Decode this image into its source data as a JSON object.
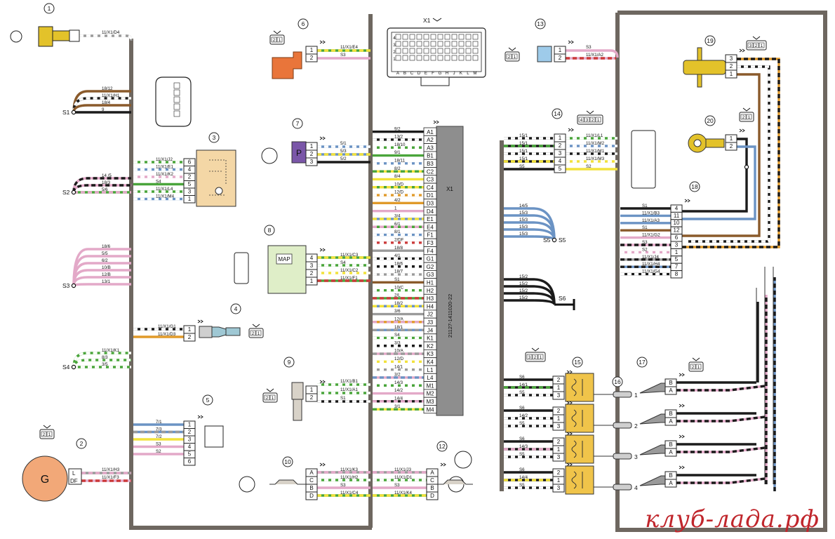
{
  "labels": {
    "x1_top": "X1",
    "x1_block": "X1",
    "ecu_part": "21127-1411020-22",
    "map": "MAP",
    "g": "G",
    "l": "L",
    "df": "DF",
    "p": "P",
    "watermark": "клуб-лада.рф"
  },
  "callouts": [
    "1",
    "2",
    "3",
    "4",
    "5",
    "6",
    "7",
    "8",
    "9",
    "10",
    "11",
    "12",
    "13",
    "14",
    "15",
    "16",
    "17",
    "18",
    "19",
    "20"
  ],
  "plug_numbers": [
    "1",
    "2",
    "3",
    "4"
  ],
  "splices": {
    "s1": "S1",
    "s2": "S2",
    "s3": "S3",
    "s4": "S4",
    "s5": "S5",
    "s6": "S6"
  },
  "ecu_pins": [
    "A1",
    "A2",
    "A3",
    "B1",
    "B3",
    "C2",
    "C3",
    "C4",
    "D1",
    "D3",
    "D4",
    "E1",
    "E4",
    "F1",
    "F3",
    "F4",
    "G1",
    "G2",
    "G3",
    "H1",
    "H2",
    "H3",
    "H4",
    "J2",
    "J3",
    "J4",
    "K1",
    "K2",
    "K3",
    "K4",
    "L1",
    "L4",
    "M1",
    "M2",
    "M3",
    "M4"
  ],
  "ecu_wires": [
    "9/2",
    "13/2",
    "18/10",
    "9/1",
    "18/11",
    "8/2",
    "8/4",
    "10/D",
    "12/D",
    "4/2",
    "1",
    "3/4",
    "6/1",
    "8/1",
    "2/DF",
    "18/8",
    "4/1",
    "18/6",
    "18/7",
    "S1",
    "10/C",
    "2/L",
    "18/2",
    "3/6",
    "12/A",
    "18/1",
    "S4",
    "3/3",
    "10/A",
    "12/D",
    "14/1",
    "3/2",
    "14/3",
    "14/2",
    "14/4",
    "3/1"
  ],
  "x1_cols": [
    "A",
    "B",
    "C",
    "D",
    "E",
    "F",
    "G",
    "H",
    "J",
    "K",
    "L",
    "M"
  ],
  "x1_rows": [
    "1",
    "2",
    "3",
    "4"
  ],
  "wires": {
    "c1": "11/X1/D4",
    "s1": [
      "18/12",
      "11/X1/H1",
      "18/4",
      "9"
    ],
    "c3": [
      "11/X1/J2",
      "11/X1/E1",
      "11/X1/K2",
      "S4",
      "11/X1/L4",
      "11/X1/M4"
    ],
    "s2": [
      "14 /5",
      "18/3",
      "5/6"
    ],
    "s3": [
      "18/6",
      "5/5",
      "6/2",
      "10/B",
      "12/B",
      "13/1"
    ],
    "c4": [
      "11/X1/G1",
      "11/X1/D3"
    ],
    "s4": [
      "11/X1/K1",
      "8/3",
      "3/5"
    ],
    "c5": [
      "7/1",
      "7/3",
      "7/2",
      "S3",
      "S2"
    ],
    "c2": [
      "11/X1/H3",
      "11/X1/F3"
    ],
    "c6": [
      "11/X1/E4",
      "S3"
    ],
    "c7": [
      "5/1",
      "5/3",
      "5/2"
    ],
    "c8": [
      "11/X1/C3",
      "S4",
      "11/X1/C2",
      "11/X1/F1"
    ],
    "c9": [
      "11/X1/B1",
      "11/X1/A1",
      "S1"
    ],
    "c10": [
      "11/X1/K3",
      "11/X1/H2",
      "S3",
      "11/X1/C4"
    ],
    "c12": [
      "11/X1/J3",
      "11/X1/D1",
      "S3",
      "11/X1/K4"
    ],
    "c13": [
      "S3",
      "11/X1/A2"
    ],
    "c14": [
      "15/1",
      "15/1",
      "15/1",
      "15/1",
      "S5"
    ],
    "c14r": [
      "11/X1/L1",
      "11/X1/M2",
      "11/X1/M1",
      "11/X1/M3",
      "S2"
    ],
    "s5": [
      "14/5",
      "15/3",
      "15/3",
      "15/3",
      "15/3"
    ],
    "s6": [
      "15/2",
      "15/2",
      "15/2",
      "15/2"
    ],
    "c18": [
      "S1",
      "11/X1/B3",
      "11/X1/A3",
      "S1",
      "11/X1/G2",
      "S3",
      "S2",
      "11/X1/J4",
      "11/X1/H4",
      "11/X1/G4",
      "11/X1/F4"
    ],
    "c15": [
      "S6",
      "14/1",
      "S5",
      "S6",
      "14/2",
      "S5",
      "S6",
      "14/3",
      "S5",
      "S6",
      "14/4",
      "S5"
    ]
  },
  "colors": {
    "black": "#1b1b1b",
    "brown": "#8a5a2b",
    "blue": "#6b93c4",
    "green": "#4aa53b",
    "yellow": "#f2e23b",
    "orange": "#e09a2a",
    "pink": "#e3a9c8",
    "red": "#cc3b3b",
    "grey": "#9a9a9a",
    "white": "#ffffff",
    "ecu": "#8e8e8e",
    "harness": "#6e6760",
    "orange_part": "#e9753a"
  },
  "icons": [
    "crankshaft-sensor-icon",
    "generator-icon",
    "throttle-potentiometer-icon",
    "coolant-temp-sensor-icon",
    "idle-valve-icon",
    "canister-purge-valve-icon",
    "oil-pressure-sensor-icon",
    "map-sensor-icon",
    "speed-sensor-icon",
    "oxygen-sensor-icon",
    "ecu-icon",
    "ignition-coil-icon",
    "spark-plug-icon",
    "fuel-injector-icon",
    "phase-sensor-icon",
    "knock-sensor-icon",
    "ground-icon",
    "connector-icon"
  ]
}
